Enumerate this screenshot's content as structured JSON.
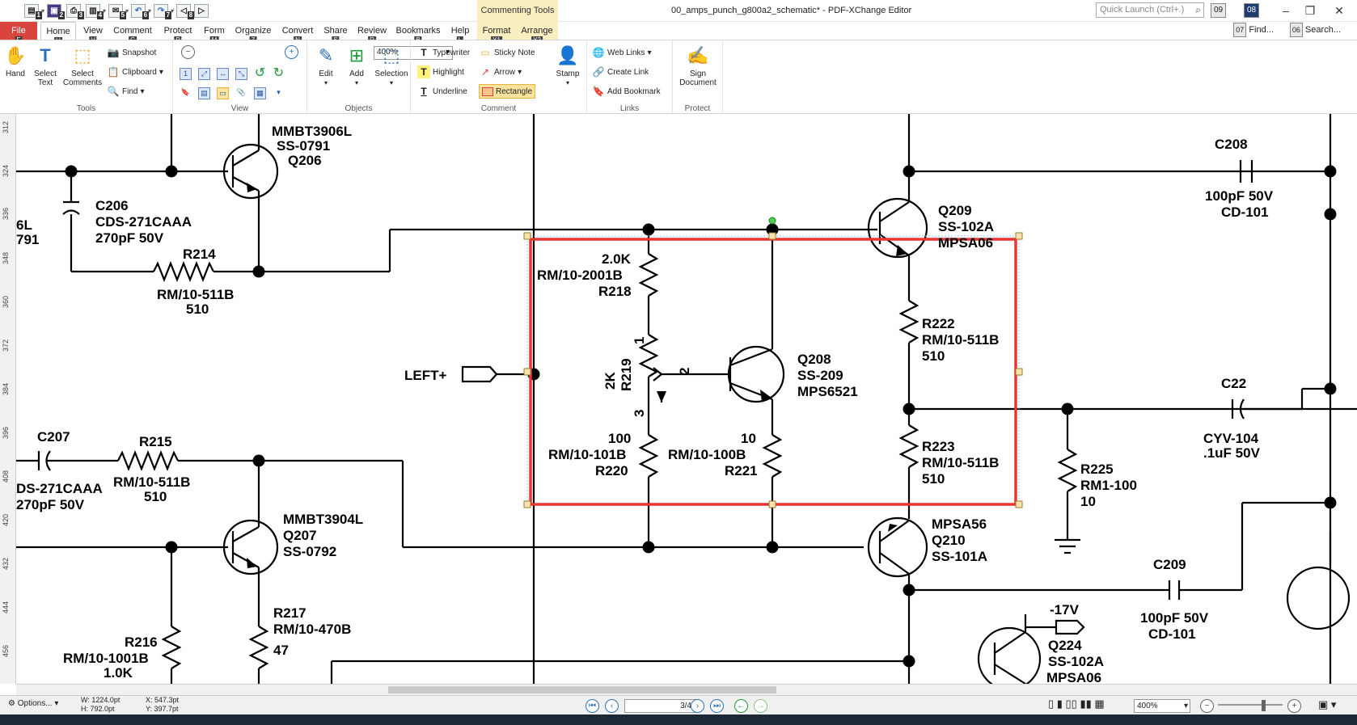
{
  "titlebar": {
    "title": "00_amps_punch_g800a2_schematic* - PDF-XChange Editor",
    "context_tab_title": "Commenting Tools",
    "quick_launch_placeholder": "Quick Launch (Ctrl+.)",
    "qat_badges": [
      "1",
      "2",
      "3",
      "4",
      "5",
      "6",
      "7",
      "8"
    ],
    "tray_badges": [
      "09",
      "08"
    ]
  },
  "menu": {
    "tabs": [
      {
        "label": "File",
        "key": "F"
      },
      {
        "label": "Home",
        "key": "H"
      },
      {
        "label": "View",
        "key": "V"
      },
      {
        "label": "Comment",
        "key": "C"
      },
      {
        "label": "Protect",
        "key": "P"
      },
      {
        "label": "Form",
        "key": "M"
      },
      {
        "label": "Organize",
        "key": "Z"
      },
      {
        "label": "Convert",
        "key": "N"
      },
      {
        "label": "Share",
        "key": "S"
      },
      {
        "label": "Review",
        "key": "R"
      },
      {
        "label": "Bookmarks",
        "key": "B"
      },
      {
        "label": "Help",
        "key": "L"
      },
      {
        "label": "Format",
        "key": "Y1"
      },
      {
        "label": "Arrange",
        "key": "Y2"
      }
    ],
    "find_label": "Find...",
    "search_label": "Search...",
    "find_badge": "07",
    "search_badge": "06"
  },
  "ribbon": {
    "tools": {
      "hand": "Hand",
      "select_text": "Select Text",
      "select_comments": "Select Comments",
      "snapshot": "Snapshot",
      "clipboard": "Clipboard",
      "find": "Find",
      "group": "Tools"
    },
    "view": {
      "zoom": "400%",
      "group": "View"
    },
    "objects": {
      "edit": "Edit",
      "add": "Add",
      "selection": "Selection",
      "group": "Objects"
    },
    "comment": {
      "typewriter": "Typewriter",
      "sticky_note": "Sticky Note",
      "highlight": "Highlight",
      "arrow": "Arrow",
      "underline": "Underline",
      "rectangle": "Rectangle",
      "stamp": "Stamp",
      "group": "Comment"
    },
    "links": {
      "web_links": "Web Links",
      "create_link": "Create Link",
      "add_bookmark": "Add Bookmark",
      "group": "Links"
    },
    "protect": {
      "sign": "Sign Document",
      "group": "Protect"
    }
  },
  "ruler": {
    "ticks": [
      "312",
      "324",
      "336",
      "348",
      "360",
      "372",
      "384",
      "396",
      "408",
      "420",
      "432",
      "444",
      "456"
    ]
  },
  "schematic": {
    "labels": {
      "q206": [
        "MMBT3906L",
        "SS-0791",
        "Q206"
      ],
      "c206": [
        "C206",
        "CDS-271CAAA",
        "270pF 50V"
      ],
      "r214": [
        "R214",
        "RM/10-511B",
        "510"
      ],
      "partial_left_top": [
        "6L",
        "791"
      ],
      "c207": [
        "C207",
        "DS-271CAAA",
        "270pF 50V"
      ],
      "r215": [
        "R215",
        "RM/10-511B",
        "510"
      ],
      "q207": [
        "MMBT3904L",
        "Q207",
        "SS-0792"
      ],
      "r216": [
        "R216",
        "RM/10-1001B",
        "1.0K"
      ],
      "r217": [
        "R217",
        "RM/10-470B",
        "47"
      ],
      "left_plus": "LEFT+",
      "r218": [
        "2.0K",
        "RM/10-2001B",
        "R218"
      ],
      "r219": [
        "2K",
        "R219"
      ],
      "pins": [
        "1",
        "2",
        "3"
      ],
      "r220": [
        "100",
        "RM/10-101B",
        "R220"
      ],
      "q208": [
        "Q208",
        "SS-209",
        "MPS6521"
      ],
      "r221": [
        "10",
        "RM/10-100B",
        "R221"
      ],
      "q209": [
        "Q209",
        "SS-102A",
        "MPSA06"
      ],
      "r222": [
        "R222",
        "RM/10-511B",
        "510"
      ],
      "r223": [
        "R223",
        "RM/10-511B",
        "510"
      ],
      "q210": [
        "MPSA56",
        "Q210",
        "SS-101A"
      ],
      "r225": [
        "R225",
        "RM1-100",
        "10"
      ],
      "c208": [
        "C208",
        "100pF 50V",
        "CD-101"
      ],
      "c22": [
        "C22",
        "CYV-104",
        ".1uF 50V"
      ],
      "c209": [
        "C209",
        "100pF 50V",
        "CD-101"
      ],
      "q224": [
        "-17V",
        "Q224",
        "SS-102A",
        "MPSA06"
      ]
    },
    "annotation_color": "#e53535"
  },
  "status": {
    "options": "Options...",
    "width": "W: 1224.0pt",
    "height": "H: 792.0pt",
    "x": "X: 547.3pt",
    "y": "Y: 397.7pt",
    "page": "3/4",
    "zoom": "400%"
  }
}
